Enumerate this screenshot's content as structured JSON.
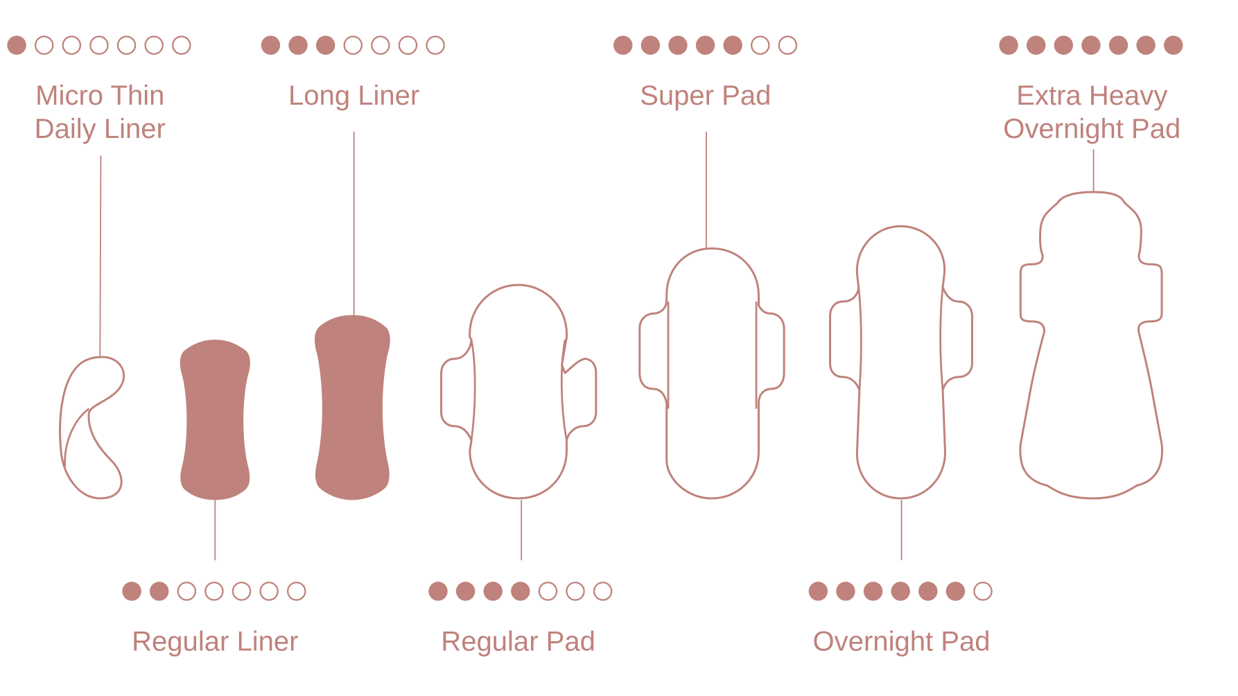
{
  "accent_color": "#bf827c",
  "scale_max": 7,
  "products": [
    {
      "id": "micro-thin",
      "label_lines": [
        "Micro Thin",
        "Daily Liner"
      ],
      "absorbency": 1,
      "position": "top"
    },
    {
      "id": "regular-liner",
      "label_lines": [
        "Regular Liner"
      ],
      "absorbency": 2,
      "position": "bottom"
    },
    {
      "id": "long-liner",
      "label_lines": [
        "Long Liner"
      ],
      "absorbency": 3,
      "position": "top"
    },
    {
      "id": "regular-pad",
      "label_lines": [
        "Regular Pad"
      ],
      "absorbency": 4,
      "position": "bottom"
    },
    {
      "id": "super-pad",
      "label_lines": [
        "Super Pad"
      ],
      "absorbency": 5,
      "position": "top"
    },
    {
      "id": "overnight-pad",
      "label_lines": [
        "Overnight Pad"
      ],
      "absorbency": 6,
      "position": "bottom"
    },
    {
      "id": "extra-heavy",
      "label_lines": [
        "Extra Heavy",
        "Overnight Pad"
      ],
      "absorbency": 7,
      "position": "top"
    }
  ]
}
